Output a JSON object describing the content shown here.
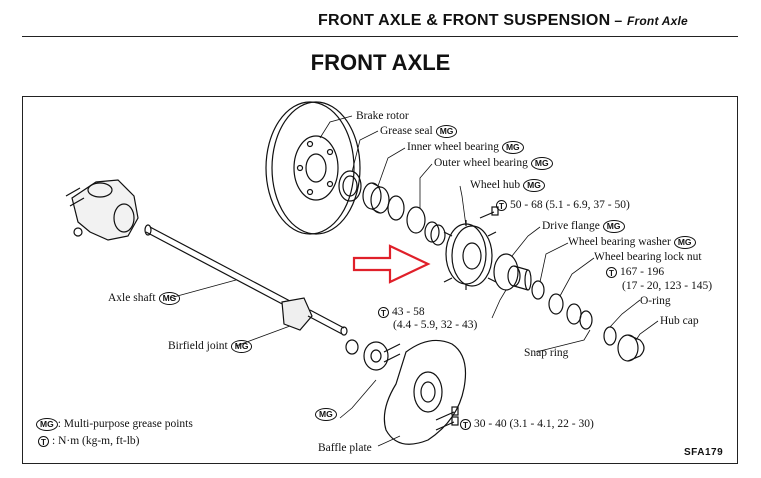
{
  "header": {
    "section_title": "FRONT AXLE & FRONT SUSPENSION",
    "dash": "–",
    "subtitle": "Front Axle"
  },
  "page_title": "FRONT AXLE",
  "labels": {
    "brake_rotor": "Brake rotor",
    "grease_seal": "Grease seal",
    "inner_wheel_bearing": "Inner wheel bearing",
    "outer_wheel_bearing": "Outer wheel bearing",
    "wheel_hub": "Wheel hub",
    "torque_hub": "50 - 68 (5.1 - 6.9, 37 - 50)",
    "drive_flange": "Drive flange",
    "wheel_bearing_washer": "Wheel bearing washer",
    "wheel_bearing_lock_nut": "Wheel bearing lock nut",
    "torque_lock_nut_1": "167 - 196",
    "torque_lock_nut_2": "(17 - 20, 123 - 145)",
    "o_ring": "O-ring",
    "hub_cap": "Hub cap",
    "axle_shaft": "Axle shaft",
    "torque_flange_1": "43 - 58",
    "torque_flange_2": "(4.4 - 5.9, 32 - 43)",
    "snap_ring": "Snap ring",
    "birfield_joint": "Birfield joint",
    "baffle_plate": "Baffle plate",
    "torque_baffle": "30 - 40 (3.1 - 4.1, 22 - 30)"
  },
  "symbols": {
    "mg": "MG",
    "torque": "T"
  },
  "legend": {
    "mg_text": ": Multi-purpose grease points",
    "torque_text": ": N·m (kg-m, ft-lb)"
  },
  "ref_code": "SFA179",
  "colors": {
    "arrow": "#e0202a",
    "ink": "#111111"
  }
}
